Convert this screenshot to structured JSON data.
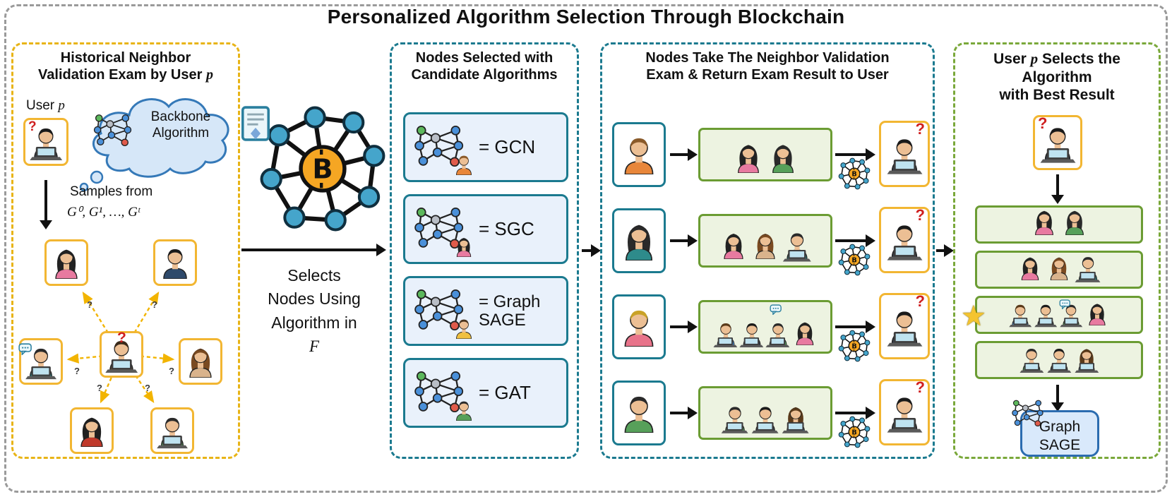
{
  "title": "Personalized Algorithm Selection Through Blockchain",
  "glyphs": {
    "q": "?",
    "star": "★",
    "bitcoin_b": "B"
  },
  "colors": {
    "panel1_border": "#e8b417",
    "panel2_border": "#1b7a8f",
    "panel3_border": "#1b7a8f",
    "panel4_border": "#7aa83a",
    "node_box_yellow": "#f2b632",
    "green_box_border": "#6b9c33",
    "result_blue": "#2b6cb0",
    "question_red": "#cf1f1f",
    "coin_orange": "#f5a623"
  },
  "panel1": {
    "title_1": "Historical Neighbor",
    "title_2": "Validation Exam by User",
    "title_var": "p",
    "user_label": "User",
    "user_var": "p",
    "cloud_line1": "Backbone",
    "cloud_line2": "Algorithm",
    "samples_label": "Samples from",
    "samples_formula": "G⁰, G¹, …, Gᵗ"
  },
  "connector": {
    "line1": "Selects",
    "line2": "Nodes Using",
    "line3": "Algorithm in",
    "line4": "F"
  },
  "panel2": {
    "title_1": "Nodes Selected with",
    "title_2": "Candidate Algorithms",
    "algorithms": [
      {
        "label": "= GCN"
      },
      {
        "label": "= SGC"
      },
      {
        "label": "= Graph SAGE"
      },
      {
        "label": "= GAT"
      }
    ]
  },
  "panel3": {
    "title_1": "Nodes Take The Neighbor Validation",
    "title_2": "Exam & Return Exam Result to User"
  },
  "panel4": {
    "title_a": "User",
    "title_var": "p",
    "title_b": "Selects the Algorithm",
    "title_c": "with Best Result",
    "result_line1": "Graph",
    "result_line2": "SAGE"
  }
}
